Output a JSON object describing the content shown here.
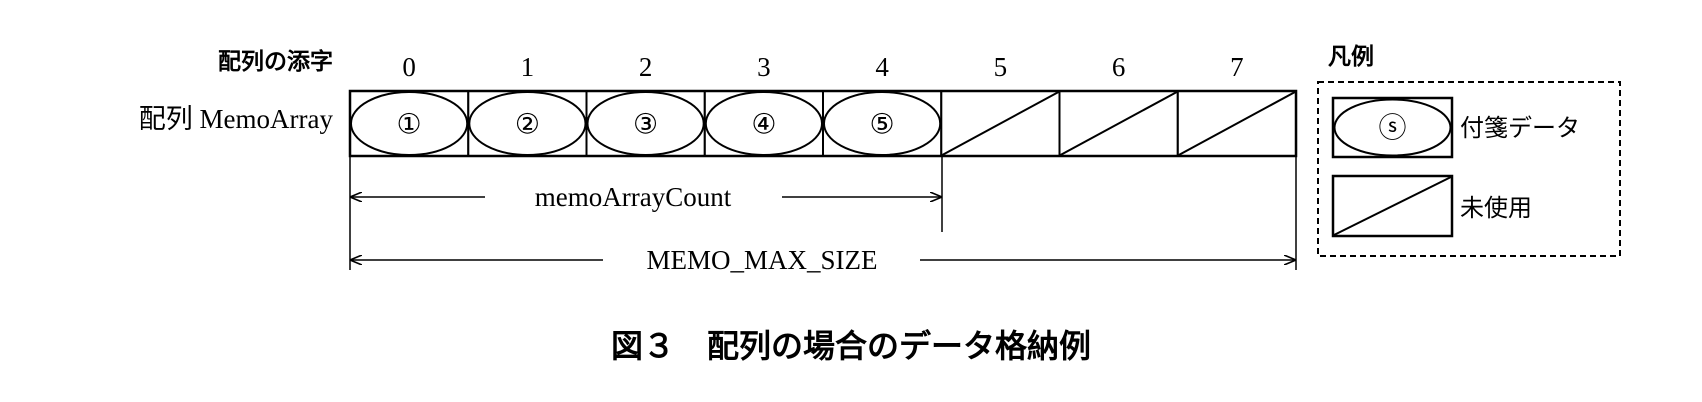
{
  "diagram": {
    "index_label": "配列の添字",
    "array_label": "配列 MemoArray",
    "indices": [
      "0",
      "1",
      "2",
      "3",
      "4",
      "5",
      "6",
      "7"
    ],
    "cells": [
      {
        "state": "used",
        "label": "①"
      },
      {
        "state": "used",
        "label": "②"
      },
      {
        "state": "used",
        "label": "③"
      },
      {
        "state": "used",
        "label": "④"
      },
      {
        "state": "used",
        "label": "⑤"
      },
      {
        "state": "unused"
      },
      {
        "state": "unused"
      },
      {
        "state": "unused"
      }
    ],
    "count_label": "memoArrayCount",
    "max_label": "MEMO_MAX_SIZE",
    "caption": "図３　配列の場合のデータ格納例"
  },
  "legend": {
    "title": "凡例",
    "items": [
      {
        "symbol": "ⓢ",
        "label": "付箋データ"
      },
      {
        "label": "未使用"
      }
    ]
  }
}
